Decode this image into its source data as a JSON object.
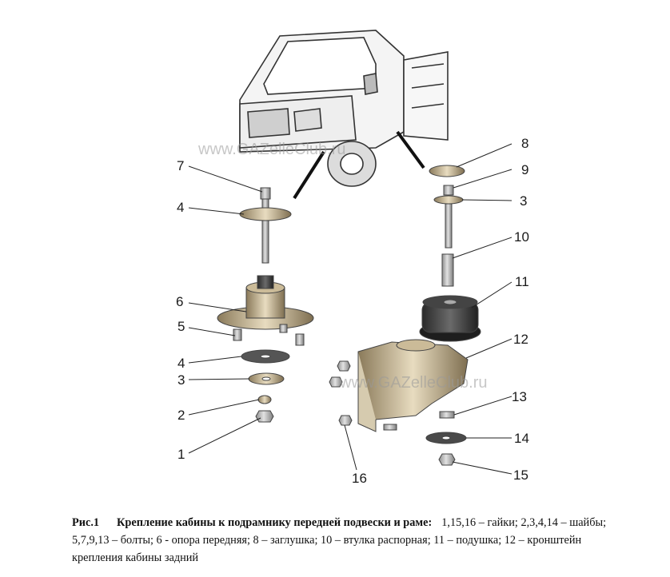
{
  "watermarks": [
    "www.GAZelleClub.ru",
    "www.GAZelleClub.ru"
  ],
  "callouts": [
    "1",
    "2",
    "3",
    "4",
    "5",
    "6",
    "7",
    "4",
    "8",
    "9",
    "3",
    "10",
    "11",
    "12",
    "13",
    "14",
    "15",
    "16"
  ],
  "caption": {
    "figure_label": "Рис.1",
    "title": "Крепление кабины к подрамнику передней подвески и раме:",
    "legend": "1,15,16 – гайки; 2,3,4,14 – шайбы; 5,7,9,13 – болты; 6 - опора передняя; 8 – заглушка; 10 – втулка распорная; 11 – подушка; 12 – кронштейн крепления кабины задний"
  }
}
